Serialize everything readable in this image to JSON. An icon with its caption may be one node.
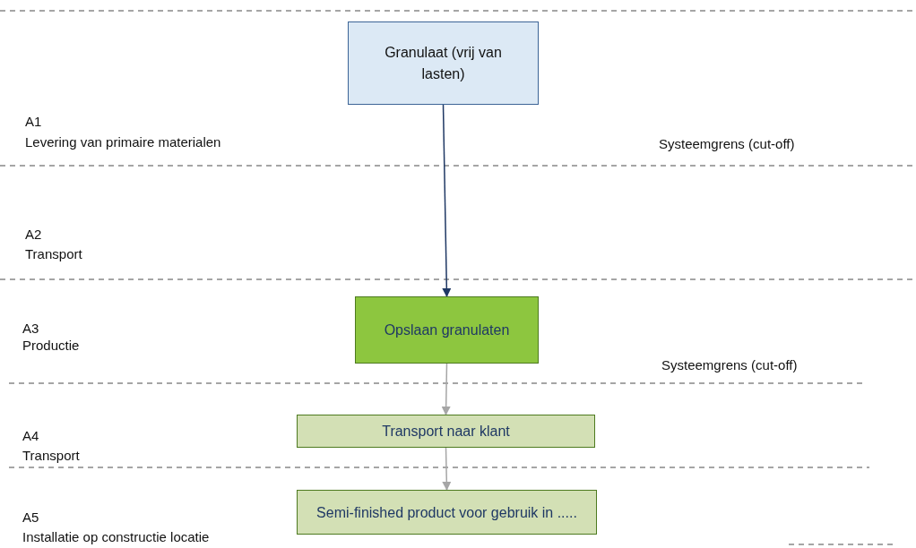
{
  "diagram": {
    "nodes": [
      {
        "text": [
          "Granulaat (vrij van lasten)"
        ]
      },
      {
        "text": [
          "Opslaan granulaten"
        ]
      },
      {
        "text": [
          "Transport naar klant"
        ]
      },
      {
        "text": [
          "Semi-finished product voor gebruik in ....."
        ]
      }
    ],
    "edges": [
      {
        "from": 0,
        "to": 1,
        "arrow": "to",
        "color": "#1f3864"
      },
      {
        "from": 1,
        "to": 2,
        "arrow": "to"
      },
      {
        "from": 2,
        "to": 3,
        "arrow": "to"
      }
    ],
    "labels": [
      "A1",
      "Levering van primaire materialen",
      "Systeemgrens (cut-off)",
      "A2",
      "Transport",
      "A3",
      "Productie",
      "Systeemgrens (cut-off)",
      "A4",
      "Transport",
      "A5",
      "Installatie op constructie locatie"
    ]
  }
}
